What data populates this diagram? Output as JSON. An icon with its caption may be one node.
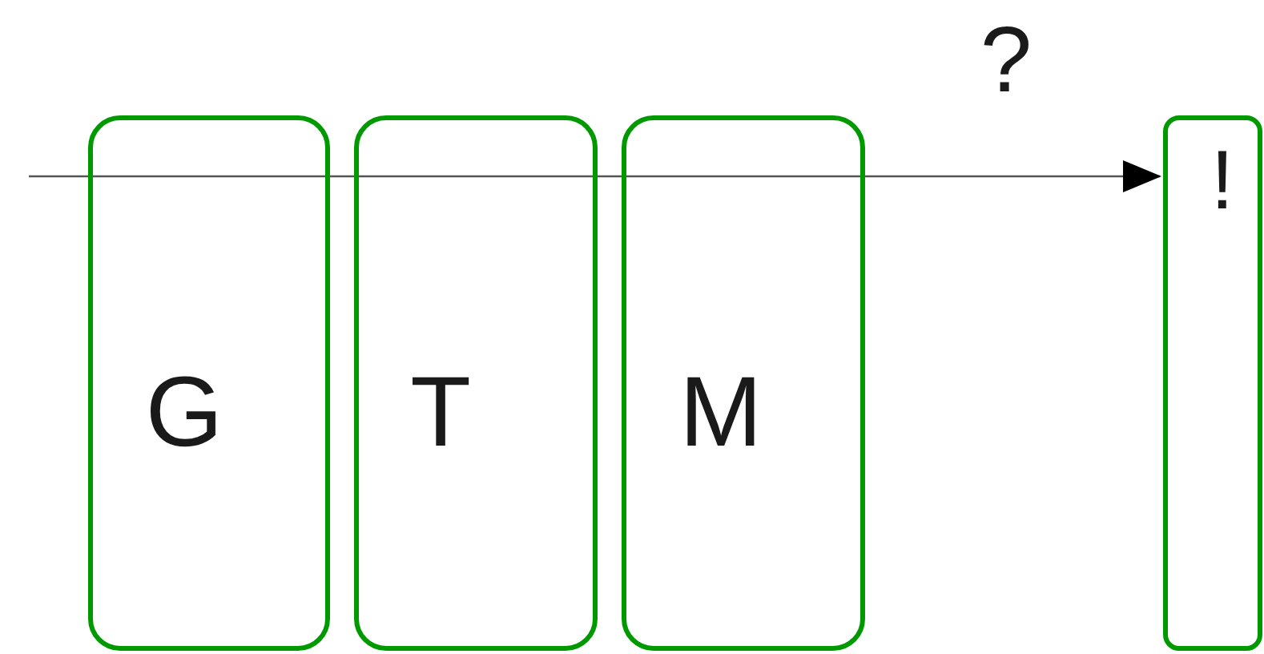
{
  "diagram": {
    "nodes": [
      {
        "text": [
          "G"
        ]
      },
      {
        "text": [
          "T"
        ]
      },
      {
        "text": [
          "M"
        ]
      },
      {
        "text": [
          "!"
        ]
      }
    ],
    "edges": [
      {
        "from": null,
        "to": 3,
        "arrow": "to"
      }
    ],
    "labels": [
      "?"
    ]
  }
}
